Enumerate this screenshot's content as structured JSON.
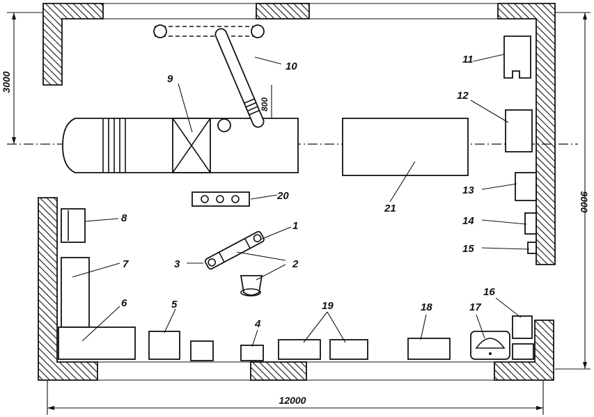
{
  "dimensions": {
    "top_offset": "3000",
    "depth": "9000",
    "width": "12000",
    "aisle": "800"
  },
  "labels": [
    "1",
    "2",
    "3",
    "4",
    "5",
    "6",
    "7",
    "8",
    "9",
    "10",
    "11",
    "12",
    "13",
    "14",
    "15",
    "16",
    "17",
    "18",
    "19",
    "20",
    "21"
  ]
}
